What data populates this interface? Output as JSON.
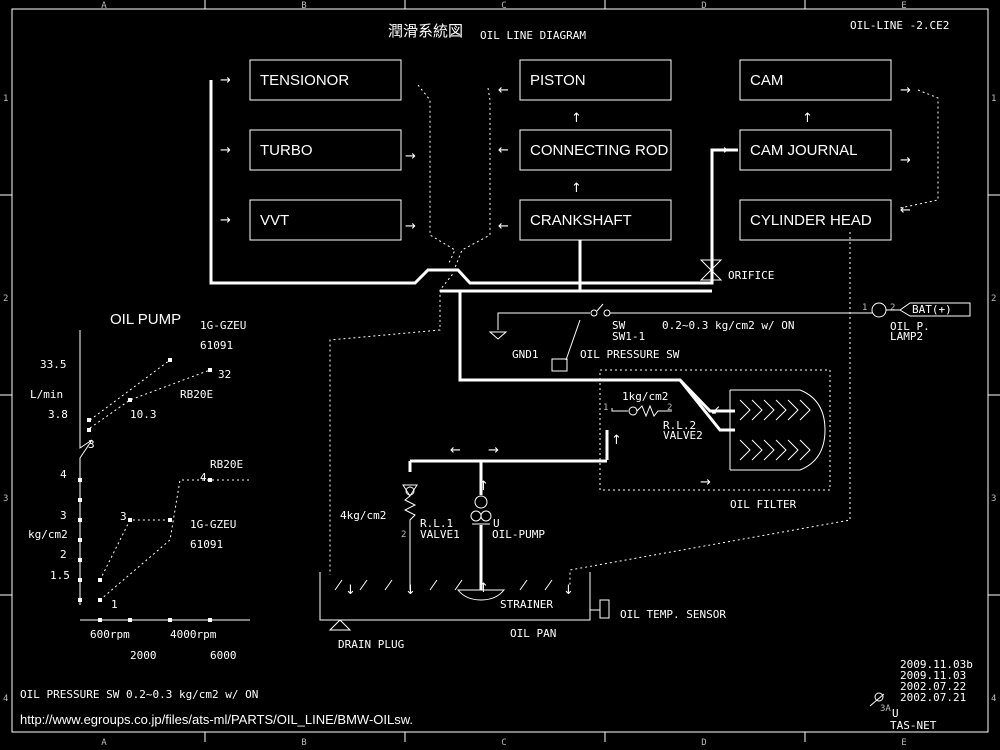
{
  "title_jp": "潤滑系統図",
  "title_en": "OIL LINE DIAGRAM",
  "file_name": "OIL-LINE -2.CE2",
  "grid": {
    "cols": [
      "A",
      "B",
      "C",
      "D",
      "E"
    ],
    "rows": [
      "1",
      "2",
      "3",
      "4"
    ]
  },
  "boxes": {
    "tensioner": "TENSIONOR",
    "turbo": "TURBO",
    "vvt": "VVT",
    "piston": "PISTON",
    "connecting_rod": "CONNECTING ROD",
    "crankshaft": "CRANKSHAFT",
    "cam": "CAM",
    "cam_journal": "CAM  JOURNAL",
    "cylinder_head": "CYLINDER  HEAD"
  },
  "labels": {
    "orifice": "ORIFICE",
    "sw": "SW",
    "sw_id": "SW1-1",
    "sw_spec": "0.2~0.3 kg/cm2  w/ ON",
    "gnd": "GND1",
    "oil_pressure_sw": "OIL  PRESSURE  SW",
    "pin1": "1",
    "pin2": "2",
    "bat": "BAT(+)",
    "oil_p": "OIL P.",
    "lamp": "LAMP2",
    "filter_press": "1kg/cm2",
    "rl2": "R.L.2",
    "valve2": "VALVE2",
    "oil_filter": "OIL  FILTER",
    "relief_press": "4kg/cm2",
    "rl1": "R.L.1",
    "valve1": "VALVE1",
    "relief_num": "2",
    "pump_u": "U",
    "oil_pump_lbl": "OIL-PUMP",
    "strainer": "STRAINER",
    "oil_pan": "OIL PAN",
    "drain_plug": "DRAIN PLUG",
    "oil_temp": "OIL TEMP. SENSOR"
  },
  "graph": {
    "title": "OIL PUMP",
    "flow_unit": "L/min",
    "press_unit": "kg/cm2",
    "y_flow": [
      "33.5",
      "3.8"
    ],
    "y_press": [
      "4",
      "3",
      "2",
      "1.5"
    ],
    "x_rpm": [
      "600rpm",
      "4000rpm"
    ],
    "x_nums": [
      "2000",
      "6000"
    ],
    "curve_1g": "1G-GZEU",
    "curve_1g_num": "61091",
    "curve_rb": "RB20E",
    "val_32": "32",
    "val_103": "10.3",
    "mark_3a": "3",
    "mark_4": "4",
    "mark_3b": "3",
    "mark_1": "1"
  },
  "footer": {
    "spec": "OIL   PRESSURE  SW    0.2~0.3 kg/cm2  w/ ON",
    "url": "http://www.egroups.co.jp/files/ats-ml/PARTS/OIL_LINE/BMW-OILsw.",
    "dates": [
      "2009.11.03b",
      "2009.11.03",
      "2002.07.22",
      "2002.07.21"
    ],
    "author_u": "U",
    "author": "TAS-NET"
  }
}
